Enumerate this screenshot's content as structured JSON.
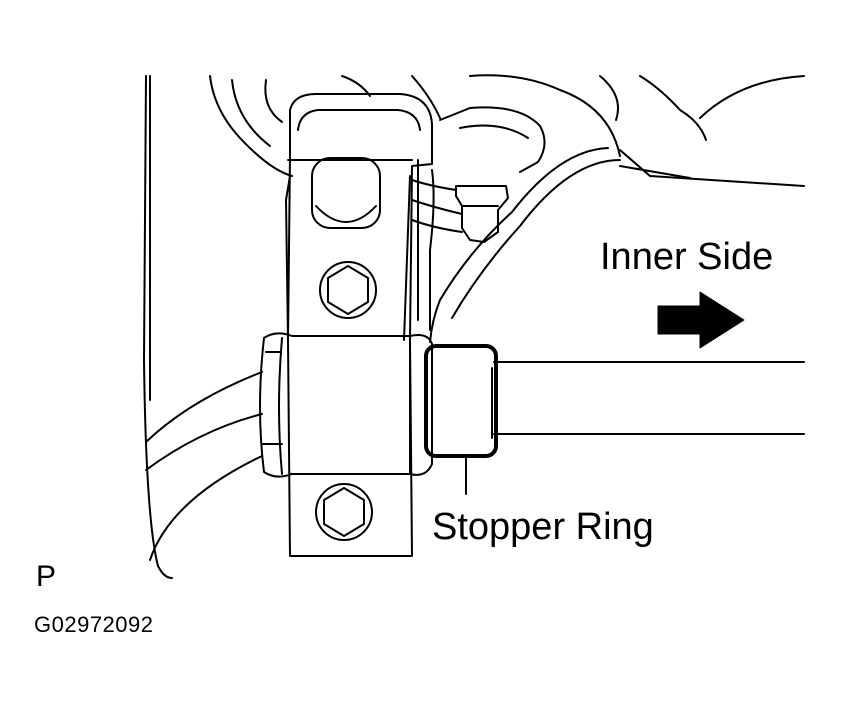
{
  "labels": {
    "inner_side": "Inner Side",
    "stopper_ring": "Stopper Ring",
    "view_mark": "P",
    "figure_code": "G02972092"
  },
  "icons": {
    "arrow": "arrow-right-icon"
  },
  "colors": {
    "line": "#000000",
    "background": "#ffffff"
  }
}
